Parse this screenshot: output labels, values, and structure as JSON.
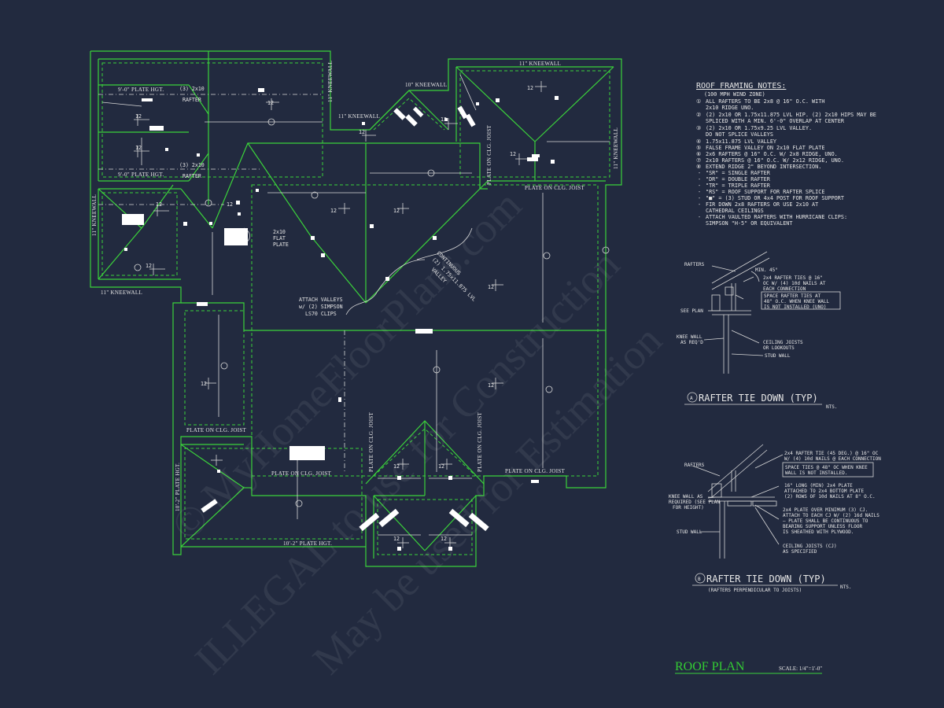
{
  "title": "ROOF PLAN",
  "scale": "SCALE: 1/4\"=1'-0\"",
  "plan_labels": {
    "kneewall_11": "11\" KNEEWALL",
    "kneewall_10": "10\" KNEEWALL",
    "plate_9": "9'-0\" PLATE HGT.",
    "plate_10_2": "10'-2\" PLATE HGT.",
    "plate_on_joist": "PLATE ON CLG. JOIST",
    "rafter_2x10": "(3) 2x10",
    "rafter": "RAFTER",
    "flat_plate_1": "2x10",
    "flat_plate_2": "FLAT",
    "flat_plate_3": "PLATE",
    "attach_valleys_1": "ATTACH VALLEYS",
    "attach_valleys_2": "w/ (2) SIMPSON",
    "attach_valleys_3": "LS70 CLIPS",
    "continuous_1": "CONTINUOUS",
    "continuous_2": "(2) 1.75x11.875 LVL",
    "continuous_3": "VALLEY",
    "pitch": "12"
  },
  "notes": {
    "heading": "ROOF FRAMING NOTES:",
    "lines": [
      "(100 MPH WIND ZONE)",
      "ALL RAFTERS TO BE 2x8 @ 16\" O.C. WITH",
      "2x10 RIDGE UNO.",
      "(2) 2x10 OR 1.75x11.875 LVL HIP. (2) 2x10 HIPS MAY BE",
      "SPLICED WITH A MIN. 6'-0\" OVERLAP AT CENTER",
      "(2) 2x10 OR 1.75x9.25 LVL VALLEY.",
      "DO NOT SPLICE VALLEYS",
      "1.75x11.875 LVL VALLEY",
      "FALSE FRAME VALLEY ON 2x10 FLAT PLATE",
      "2x6 RAFTERS @ 16\" O.C. W/ 2x8 RIDGE, UNO.",
      "2x10 RAFTERS @ 16\" O.C. W/ 2x12 RIDGE, UNO.",
      "EXTEND RIDGE 2\" BEYOND INTERSECTION.",
      "\"SR\" = SINGLE RAFTER",
      "\"DR\" = DOUBLE RAFTER",
      "\"TR\" = TRIPLE RAFTER",
      "\"RS\" = ROOF SUPPORT FOR RAFTER SPLICE",
      "\"■\" = (3) STUD OR 4x4 POST FOR ROOF SUPPORT",
      "FIR DOWN 2x8 RAFTERS OR USE 2x10 AT",
      "CATHEDRAL CEILINGS",
      "ATTACH VAULTED RAFTERS WITH HURRICANE CLIPS:",
      "SIMPSON \"H-5\" OR EQUIVALENT"
    ]
  },
  "detail_a": {
    "title": "RAFTER TIE DOWN (TYP)",
    "nts": "NTS.",
    "rafters": "RAFTERS",
    "min": "MIN. 45°",
    "ties_1": "2x4 RAFTER TIES @ 16\"",
    "ties_2": "OC W/ (4) 10d NAILS AT",
    "ties_3": "EACH CONNECTION",
    "space_1": "SPACE RAFTER TIES AT",
    "space_2": "48\" O.C. WHEN KNEE WALL",
    "space_3": "IS NOT INSTALLED (UNO)",
    "see_plan": "SEE PLAN",
    "knee_1": "KNEE WALL",
    "knee_2": "AS REQ'D",
    "ceiling_1": "CEILING JOISTS",
    "ceiling_2": "OR LOOKOUTS",
    "stud_wall": "STUD WALL"
  },
  "detail_b": {
    "title": "RAFTER TIE DOWN (TYP)",
    "subtitle": "(RAFTERS PERPENDICULAR TO JOISTS)",
    "nts": "NTS.",
    "rafters": "RAFTERS",
    "tie_1": "2x4 RAFTER TIE (45 DEG.) @ 16\" OC",
    "tie_2": "W/ (4) 10d NAILS @ EACH CONNECTION",
    "space_1": "SPACE TIES @ 48\" OC WHEN KNEE",
    "space_2": "WALL IS NOT INSTALLED.",
    "knee_1": "KNEE WALL AS",
    "knee_2": "REQUIRED (SEE PLAN",
    "knee_3": "FOR HEIGHT)",
    "long_1": "16\" LONG (MIN) 2x4 PLATE",
    "long_2": "ATTACHED TO 2x4 BOTTOM PLATE",
    "long_3": "(2) ROWS OF 10d NAILS AT 8\" O.C.",
    "plate_1": "2x4 PLATE OVER MINIMUM (3) CJ.",
    "plate_2": "ATTACH TO EACH CJ W/ (2) 16d NAILS",
    "plate_3": "— PLATE SHALL BE CONTINUOUS TO",
    "plate_4": "BEARING SUPPORT UNLESS FLOOR",
    "plate_5": "IS SHEATHED WITH PLYWOOD.",
    "stud_wall": "STUD WALL",
    "cj_1": "CEILING JOISTS (CJ)",
    "cj_2": "AS SPECIFIED"
  },
  "watermark": {
    "line1": "© MyHomeFloorPlans.com",
    "line2": "ILLEGAL to use for Construction",
    "line3": "May be used for Estimation"
  },
  "colors": {
    "background": "#222a3f",
    "roof_lines": "#3bd23b",
    "annotation": "#e6e6e6"
  }
}
